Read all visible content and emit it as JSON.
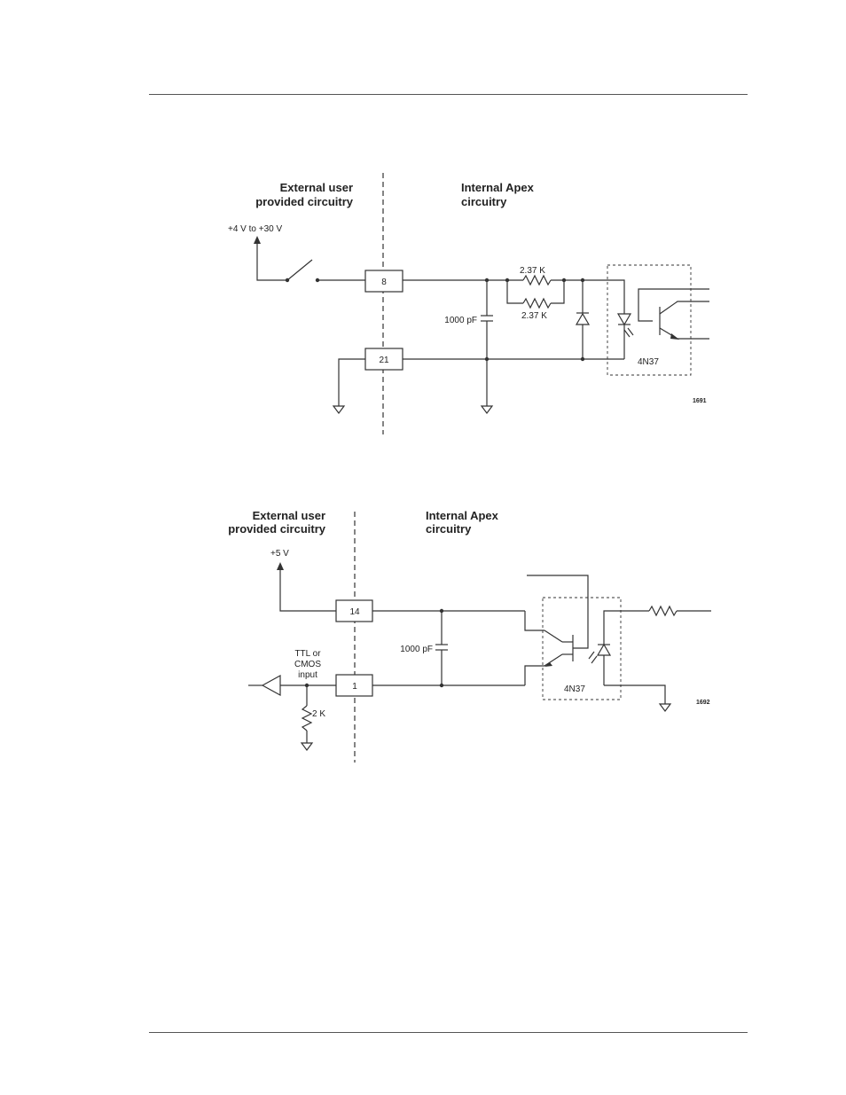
{
  "diagram1": {
    "header_left_line1": "External user",
    "header_left_line2": "provided circuitry",
    "header_right_line1": "Internal Apex",
    "header_right_line2": "circuitry",
    "supply": "+4 V to +30 V",
    "pin_top": "8",
    "pin_bottom": "21",
    "capacitor": "1000 pF",
    "resistor_top": "2.37 K",
    "resistor_bottom": "2.37 K",
    "optocoupler": "4N37",
    "figure_id": "1691"
  },
  "diagram2": {
    "header_left_line1": "External user",
    "header_left_line2": "provided circuitry",
    "header_right_line1": "Internal Apex",
    "header_right_line2": "circuitry",
    "supply": "+5 V",
    "pin_top": "14",
    "pin_bottom": "1",
    "capacitor": "1000 pF",
    "input_line1": "TTL or",
    "input_line2": "CMOS",
    "input_line3": "input",
    "pulldown": "2 K",
    "optocoupler": "4N37",
    "figure_id": "1692"
  }
}
